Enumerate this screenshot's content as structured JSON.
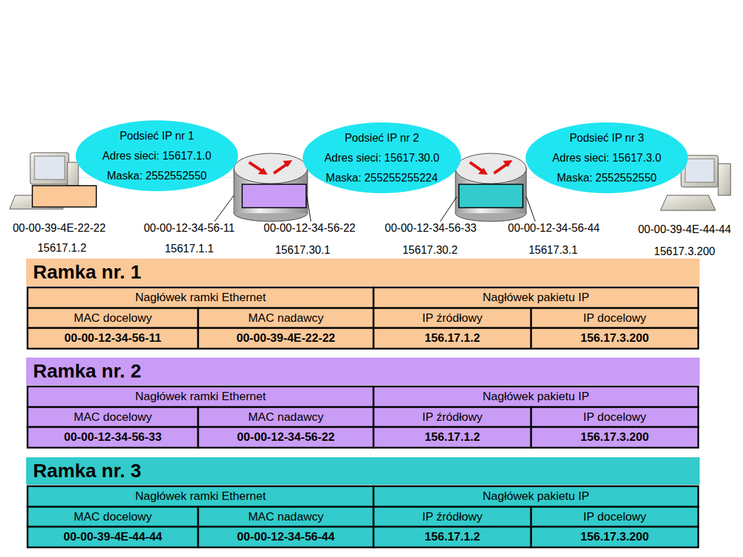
{
  "diagram": {
    "nodes": [
      {
        "text": [
          "Podsieć IP nr 1",
          "Adres sieci: 15617.1.0",
          "Maska: 2552552550"
        ]
      },
      {
        "text": [
          "Podsieć IP nr 2",
          "Adres sieci: 15617.30.0",
          "Maska: 255255255224"
        ]
      },
      {
        "text": [
          "Podsieć IP nr 3",
          "Adres sieci: 15617.3.0",
          "Maska: 2552552550"
        ]
      },
      {
        "text": [
          "Ramka nr. 1"
        ]
      },
      {
        "text": [
          "Ramka nr. 2"
        ]
      },
      {
        "text": [
          "Ramka nr. 3"
        ]
      }
    ],
    "labels": [
      "00-00-39-4E-22-22",
      "15617.1.2",
      "00-00-12-34-56-11",
      "15617.1.1",
      "00-00-12-34-56-22",
      "15617.30.1",
      "00-00-12-34-56-33",
      "15617.30.2",
      "00-00-12-34-56-44",
      "15617.3.1",
      "00-00-39-4E-44-44",
      "15617.3.200",
      "Nagłówek ramki Ethernet",
      "Nagłówek pakietu IP",
      "MAC docelowy",
      "MAC nadawcy",
      "IP źródłowy",
      "IP docelowy",
      "00-00-12-34-56-11",
      "00-00-39-4E-22-22",
      "156.17.1.2",
      "156.17.3.200",
      "Nagłówek ramki Ethernet",
      "Nagłówek pakietu IP",
      "MAC docelowy",
      "MAC nadawcy",
      "IP źródłowy",
      "IP docelowy",
      "00-00-12-34-56-33",
      "00-00-12-34-56-22",
      "156.17.1.2",
      "156.17.3.200",
      "Nagłówek ramki Ethernet",
      "Nagłówek pakietu IP",
      "MAC docelowy",
      "MAC nadawcy",
      "IP źródłowy",
      "IP docelowy",
      "00-00-39-4E-44-44",
      "00-00-12-34-56-44",
      "156.17.1.2",
      "156.17.3.200"
    ]
  }
}
